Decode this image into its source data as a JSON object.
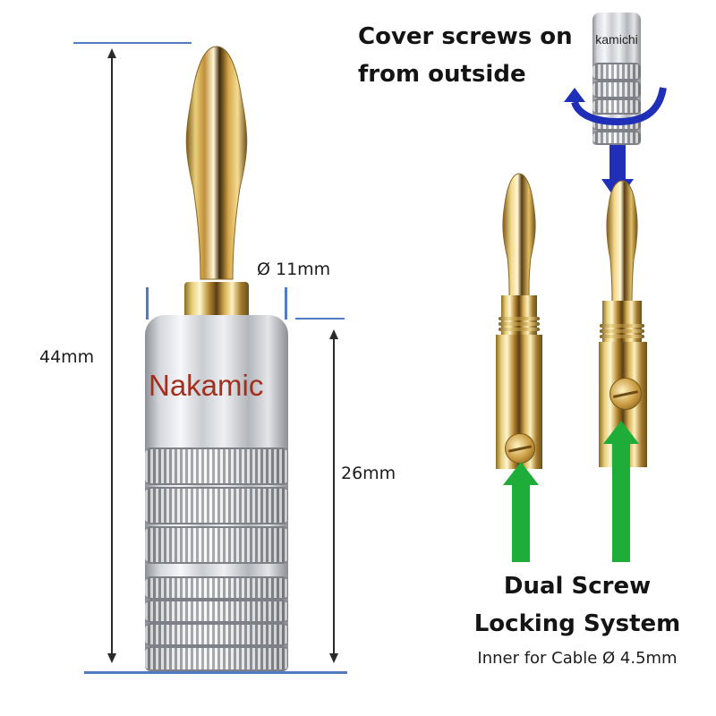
{
  "product": {
    "brand_label": "Nakamichi",
    "brand_label_visible": "Nakamic",
    "cover_brand_label_visible": "kamichi"
  },
  "dimensions": {
    "total_length": "44mm",
    "body_length": "26mm",
    "diameter": "Ø 11mm"
  },
  "callouts": {
    "cover": {
      "line1": "Cover screws on",
      "line2": "from outside"
    },
    "locking": {
      "line1": "Dual Screw",
      "line2": "Locking System",
      "subtitle": "Inner for Cable Ø 4.5mm"
    }
  },
  "colors": {
    "guide_line": "#4f7bc0",
    "brand_red": "#a3301f",
    "rotate_arrow_blue": "#1f2fb8",
    "push_arrow_green": "#1fad3a",
    "dimension_arrow": "#2a2a2a"
  },
  "icons": {
    "rotate_arrow": "curved-rotate-arrow",
    "down_arrow": "blue-down-arrow",
    "up_arrows": "green-up-arrow"
  }
}
